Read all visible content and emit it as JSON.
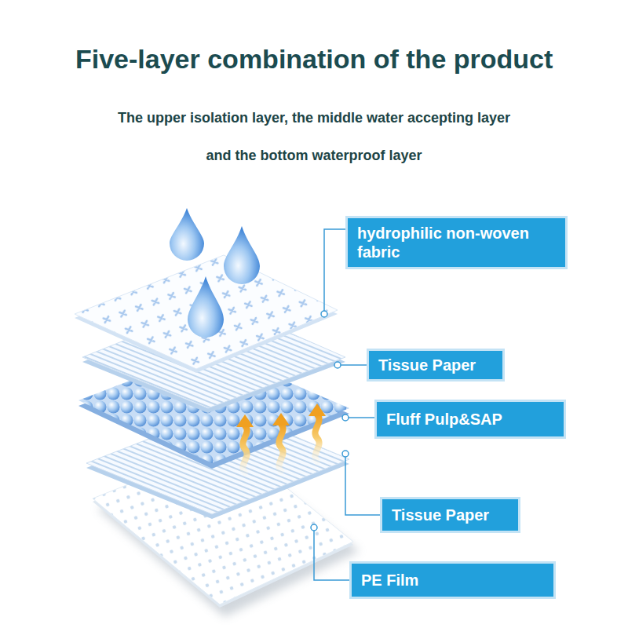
{
  "diagram": {
    "title": "Five-layer combination of the product",
    "caption": "The upper isolation layer, the middle water accepting layer and the bottom waterproof layer",
    "nodes": [
      {
        "text": [
          "hydrophilic non-woven fabric"
        ]
      },
      {
        "text": [
          "Tissue Paper"
        ]
      },
      {
        "text": [
          "Fluff Pulp&SAP"
        ]
      },
      {
        "text": [
          "Tissue Paper"
        ]
      },
      {
        "text": [
          "PE Film"
        ]
      }
    ]
  }
}
